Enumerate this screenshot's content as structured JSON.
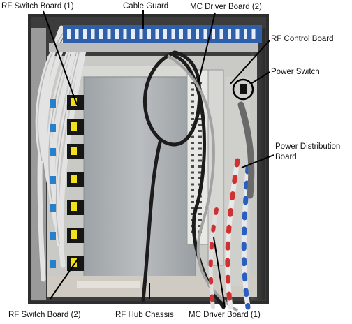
{
  "labels": {
    "rf_switch_board_1": "RF Switch Board (1)",
    "cable_guard": "Cable Guard",
    "mc_driver_board_2": "MC Driver Board (2)",
    "rf_control_board": "RF Control Board",
    "power_switch": "Power Switch",
    "power_distribution_board_line1": "Power Distribution",
    "power_distribution_board_line2": "Board",
    "rf_switch_board_2": "RF Switch Board (2)",
    "rf_hub_chassis": "RF Hub Chassis",
    "mc_driver_board_1": "MC Driver Board (1)"
  },
  "colors": {
    "cable_guard": "#2f5fa8",
    "chassis_panel": "#a9aeb2",
    "rack_dark": "#3a3a3a",
    "cable_white": "#e6e6e6",
    "cable_black": "#1c1c1c",
    "connector_yellow": "#f2e019",
    "connector_blue": "#2a7fc9",
    "label_text": "#111111",
    "leader_line": "#000000"
  },
  "icons": {
    "power_switch_marker": "circle-marker-icon"
  }
}
